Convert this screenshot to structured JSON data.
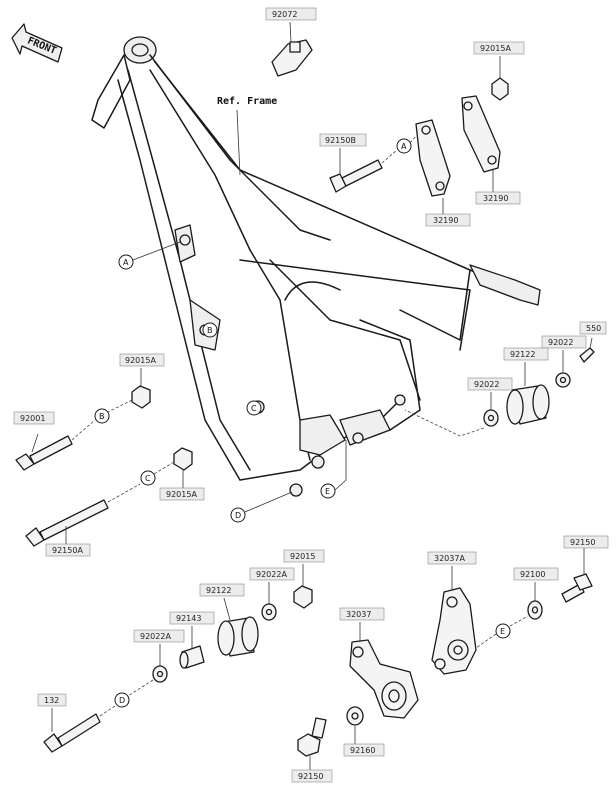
{
  "diagram": {
    "front_label": "FRONT",
    "ref_label": "Ref. Frame",
    "part_numbers": {
      "p92072": "92072",
      "p92015A_top": "92015A",
      "p92150B": "92150B",
      "p32190_right": "32190",
      "p32190_left": "32190",
      "p550": "550",
      "p92022_top": "92022",
      "p92122_top": "92122",
      "p92022_mid": "92022",
      "p92015A_left": "92015A",
      "p92001": "92001",
      "p92015A_lower": "92015A",
      "p92150A": "92150A",
      "p92015": "92015",
      "p92022A_mid": "92022A",
      "p92122_bottom": "92122",
      "p92143": "92143",
      "p92022A_low": "92022A",
      "p132": "132",
      "p32037A": "32037A",
      "p32037": "32037",
      "p92150_right": "92150",
      "p92100": "92100",
      "p92160": "92160",
      "p92150_bottom": "92150"
    },
    "callouts": {
      "A_top": "A",
      "A_frame": "A",
      "B_frame": "B",
      "B_left": "B",
      "C_frame": "C",
      "C_left": "C",
      "D_frame": "D",
      "D_bottom": "D",
      "E_frame": "E",
      "E_right": "E"
    }
  }
}
